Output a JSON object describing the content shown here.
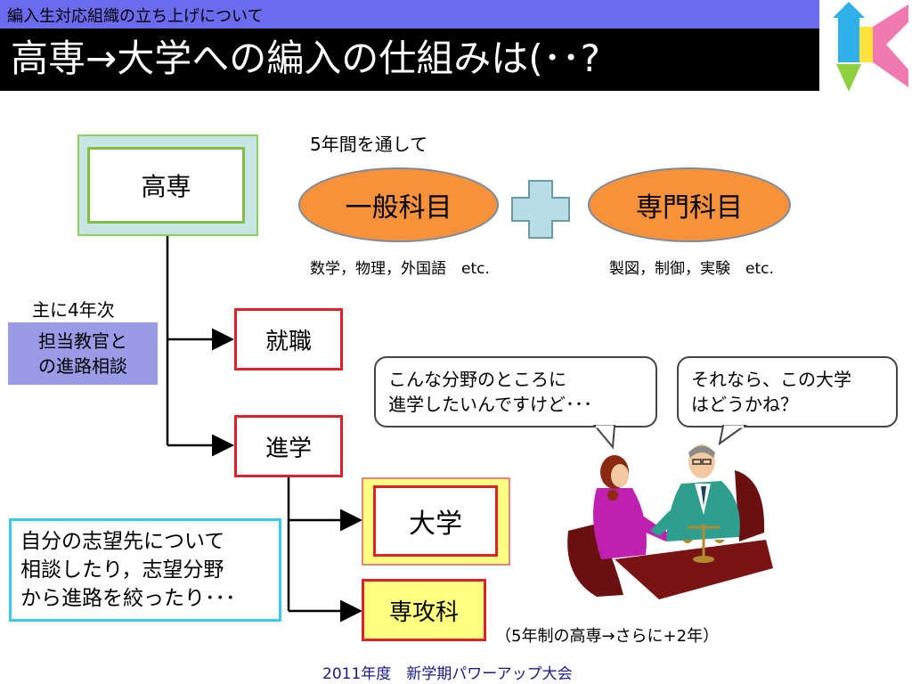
{
  "header": {
    "subtitle": "編入生対応組織の立ち上げについて",
    "title": "高専→大学への編入の仕組みは(･･?"
  },
  "logo": {
    "name": "logo-icon"
  },
  "diagram": {
    "koosen": "高専",
    "note_5years": "5年間を通して",
    "ippan": "一般科目",
    "ippan_examples": "数学，物理，外国語　etc.",
    "senmon": "専門科目",
    "senmon_examples": "製図，制御，実験　etc.",
    "mainly_4th": "主に4年次",
    "counsel_line1": "担当教官と",
    "counsel_line2": "の進路相談",
    "job": "就職",
    "advance": "進学",
    "university": "大学",
    "senkoka": "専攻科",
    "senkoka_note": "（5年制の高専→さらに+2年）",
    "shibou_line1": "自分の志望先について",
    "shibou_line2": "相談したり，志望分野",
    "shibou_line3": "から進路を絞ったり･･･",
    "bubble1_line1": "こんな分野のところに",
    "bubble1_line2": "進学したいんですけど･･･",
    "bubble2_line1": "それなら、この大学",
    "bubble2_line2": "はどうかね？"
  },
  "footer": {
    "text": "2011年度　新学期パワーアップ大会"
  },
  "colors": {
    "accent": "#6b6bf0",
    "orange": "#f7923a",
    "red": "#e0202a",
    "green": "#80c040"
  }
}
